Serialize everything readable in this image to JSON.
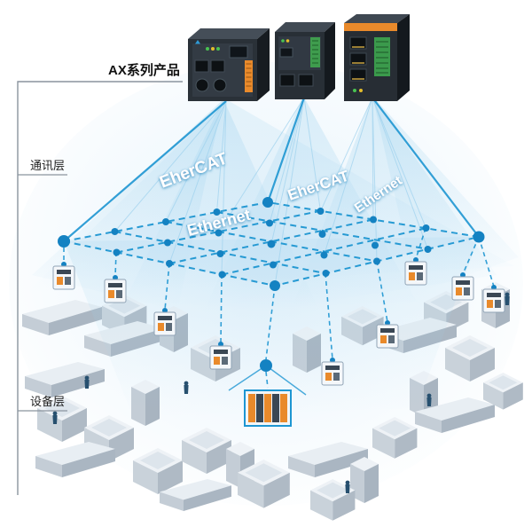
{
  "labels": {
    "ax_series": "AX系列产品",
    "comm_layer": "通讯层",
    "device_layer": "设备层"
  },
  "network": {
    "labels": [
      {
        "text": "EherCAT"
      },
      {
        "text": "EherCAT"
      },
      {
        "text": "Ethernet"
      },
      {
        "text": "Ethernet"
      }
    ]
  },
  "colors": {
    "accent_blue": "#1e96d2",
    "node_blue": "#1482c2",
    "beam_blue": "#9fd2ee",
    "device_dark": "#2a3138",
    "accent_orange": "#e98a2b",
    "accent_green": "#3b9a4c",
    "machine_gray": "#c9d2da",
    "bracket_gray": "#8a949e",
    "network_label_text": "#ffffff"
  }
}
